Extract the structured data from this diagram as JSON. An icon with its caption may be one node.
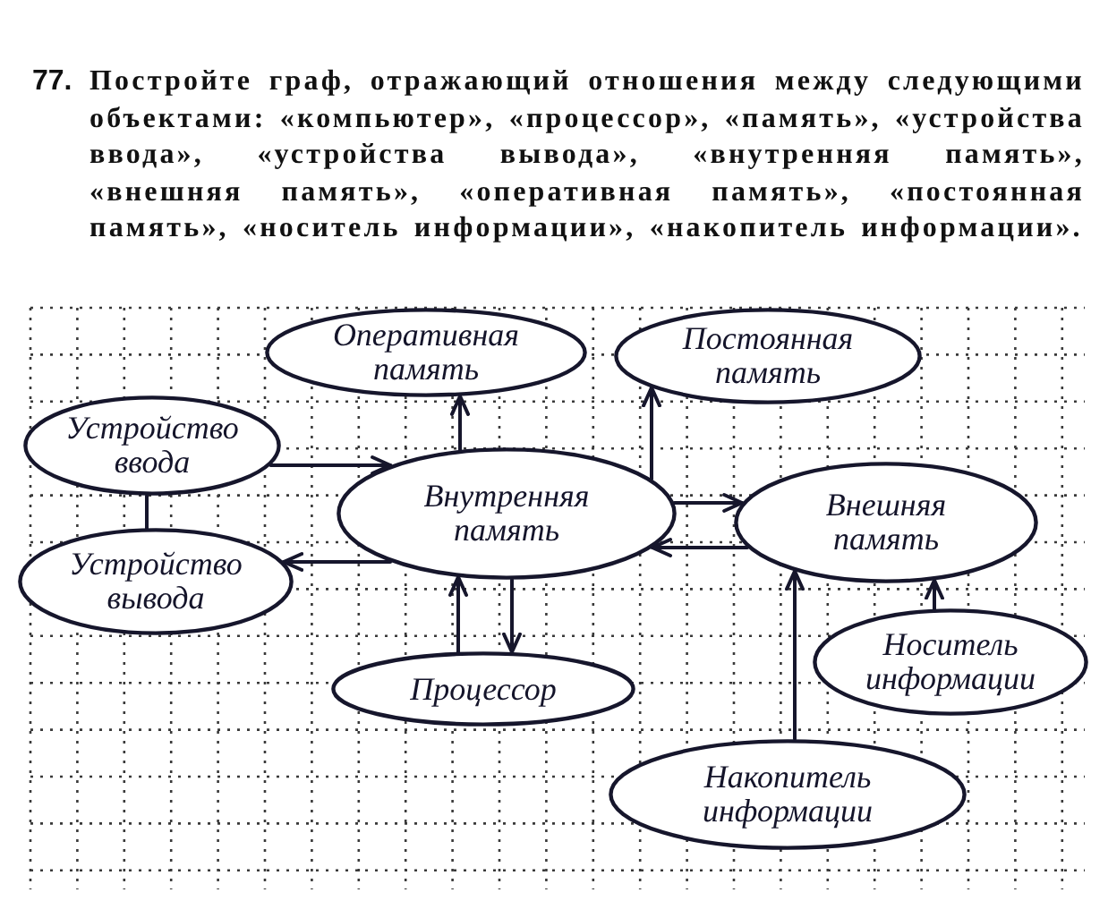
{
  "diagram": {
    "nodes": [
      {
        "text": [
          "Оперативная память"
        ]
      },
      {
        "text": [
          "Постоянная память"
        ]
      },
      {
        "text": [
          "Устройство ввода"
        ]
      },
      {
        "text": [
          "Внутренняя память"
        ]
      },
      {
        "text": [
          "Внешняя память"
        ]
      },
      {
        "text": [
          "Устройство вывода"
        ]
      },
      {
        "text": [
          "Носитель информации"
        ]
      },
      {
        "text": [
          "Процессор"
        ]
      },
      {
        "text": [
          "Накопитель информации"
        ]
      }
    ],
    "edges": [
      {
        "from": 2,
        "to": 3,
        "arrow": "to"
      },
      {
        "from": 3,
        "to": 5,
        "arrow": "to"
      },
      {
        "from": 3,
        "to": 0,
        "arrow": "to"
      },
      {
        "from": 3,
        "to": 1,
        "arrow": "to"
      },
      {
        "from": 3,
        "to": 4,
        "arrow": "to"
      },
      {
        "from": 4,
        "to": 3,
        "arrow": "to"
      },
      {
        "from": 7,
        "to": 3,
        "arrow": "to"
      },
      {
        "from": 3,
        "to": 7,
        "arrow": "to"
      },
      {
        "from": 2,
        "to": 5,
        "arrow": "none"
      },
      {
        "from": 8,
        "to": 4,
        "arrow": "to"
      },
      {
        "from": 6,
        "to": 4,
        "arrow": "to"
      }
    ],
    "labels": [
      "77.",
      "Постройте граф, отражающий отношения между следующими объектами: «компьютер», «процессор», «память», «устройства ввода», «устройства вывода», «внутренняя память», «внешняя память», «оперативная память», «постоянная память», «носитель информации», «накопитель информации»."
    ]
  }
}
